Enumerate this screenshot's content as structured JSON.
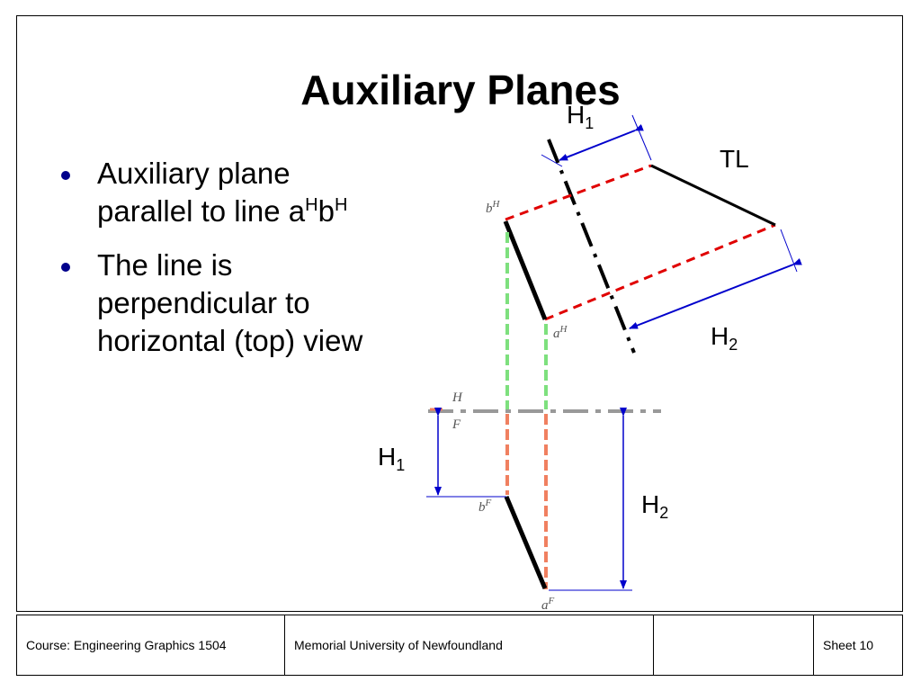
{
  "slide": {
    "title": "Auxiliary Planes",
    "bullets": [
      {
        "text": "Auxiliary plane parallel to line ",
        "base1": "a",
        "sup1": "H",
        "base2": "b",
        "sup2": "H"
      },
      {
        "text": "The line is perpendicular to horizontal (top) view"
      }
    ]
  },
  "diagram": {
    "labels": {
      "tl": "TL",
      "h1_top": {
        "main": "H",
        "sub": "1"
      },
      "h2_right": {
        "main": "H",
        "sub": "2"
      },
      "h1_left": {
        "main": "H",
        "sub": "1"
      },
      "h2_lower": {
        "main": "H",
        "sub": "2"
      },
      "bH": {
        "base": "b",
        "sup": "H"
      },
      "aH": {
        "base": "a",
        "sup": "H"
      },
      "bF": {
        "base": "b",
        "sup": "F"
      },
      "aF": {
        "base": "a",
        "sup": "F"
      },
      "fold_top": "H",
      "fold_bottom": "F"
    },
    "colors": {
      "dim_arrow": "#0000cc",
      "projector_red": "#e00000",
      "projector_green": "#7ee07e",
      "projector_salmon": "#f08060",
      "fold_line": "#999999",
      "line": "#000000"
    }
  },
  "footer": {
    "course": "Course: Engineering Graphics 1504",
    "university": "Memorial University of Newfoundland",
    "blank": "",
    "sheet_label": "Sheet",
    "sheet_number": "10"
  }
}
